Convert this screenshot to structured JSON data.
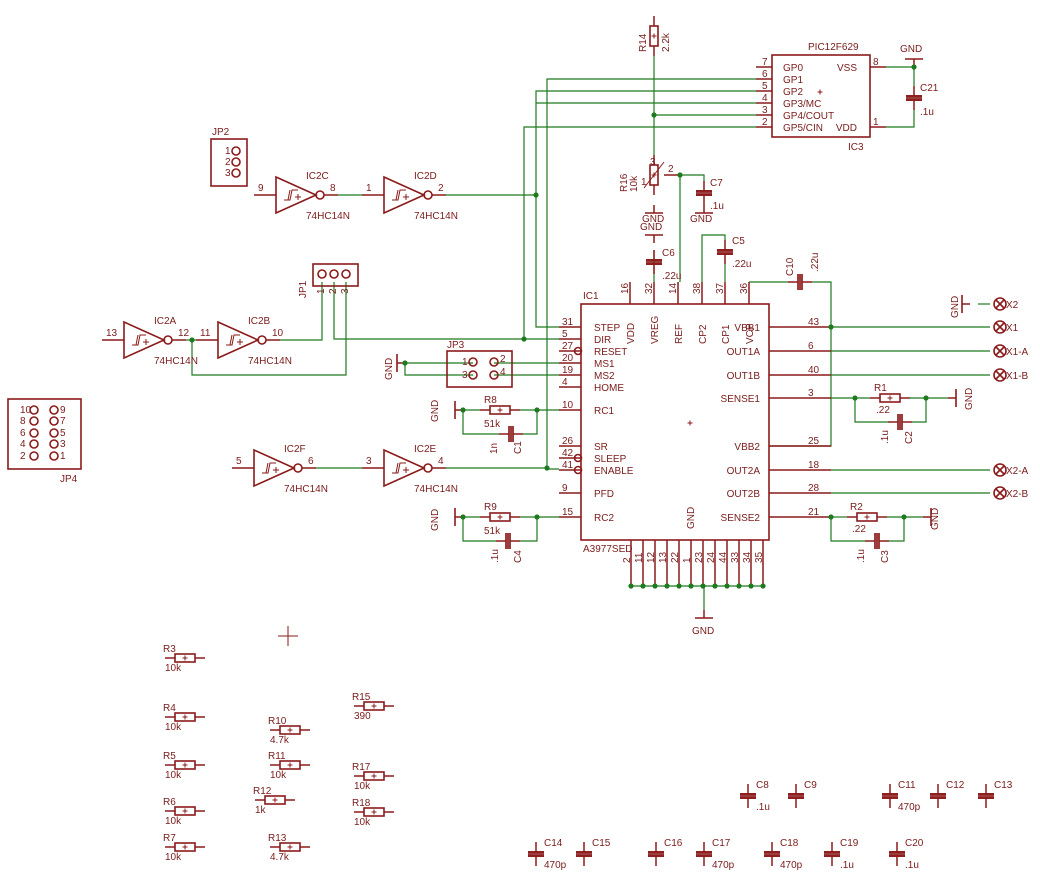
{
  "ic1": {
    "name": "IC1",
    "part": "A3977SED",
    "left_pins": [
      {
        "label": "STEP",
        "num": "31"
      },
      {
        "label": "DIR",
        "num": "5"
      },
      {
        "label": "RESET",
        "num": "27"
      },
      {
        "label": "MS1",
        "num": "20"
      },
      {
        "label": "MS2",
        "num": "19"
      },
      {
        "label": "HOME",
        "num": "4"
      },
      {
        "label": "RC1",
        "num": "10"
      },
      {
        "label": "SR",
        "num": "26"
      },
      {
        "label": "SLEEP",
        "num": "42"
      },
      {
        "label": "ENABLE",
        "num": "41"
      },
      {
        "label": "PFD",
        "num": "9"
      },
      {
        "label": "RC2",
        "num": "15"
      }
    ],
    "top_pins": [
      {
        "label": "VDD",
        "num": "16"
      },
      {
        "label": "VREG",
        "num": "32"
      },
      {
        "label": "REF",
        "num": "14"
      },
      {
        "label": "CP2",
        "num": "38"
      },
      {
        "label": "CP1",
        "num": "37"
      },
      {
        "label": "VCP",
        "num": "36"
      }
    ],
    "right_pins": [
      {
        "label": "VBB1",
        "num": "43"
      },
      {
        "label": "OUT1A",
        "num": "6"
      },
      {
        "label": "OUT1B",
        "num": "40"
      },
      {
        "label": "SENSE1",
        "num": "3"
      },
      {
        "label": "VBB2",
        "num": "25"
      },
      {
        "label": "OUT2A",
        "num": "18"
      },
      {
        "label": "OUT2B",
        "num": "28"
      },
      {
        "label": "SENSE2",
        "num": "21"
      }
    ],
    "bottom_label": "GND",
    "bottom_pins": [
      "2",
      "11",
      "12",
      "13",
      "22",
      "1",
      "23",
      "24",
      "44",
      "33",
      "34",
      "35"
    ]
  },
  "ic3": {
    "name": "IC3",
    "part": "PIC12F629",
    "left_pins": [
      {
        "label": "GP0",
        "num": "7"
      },
      {
        "label": "GP1",
        "num": "6"
      },
      {
        "label": "GP2",
        "num": "5"
      },
      {
        "label": "GP3/MC",
        "num": "4"
      },
      {
        "label": "GP4/COUT",
        "num": "3"
      },
      {
        "label": "GP5/CIN",
        "num": "2"
      }
    ],
    "right_pins": [
      {
        "label": "VSS",
        "num": "8"
      },
      {
        "label": "VDD",
        "num": "1"
      }
    ]
  },
  "gates": [
    {
      "name": "IC2C",
      "part": "74HC14N",
      "in": "9",
      "out": "8"
    },
    {
      "name": "IC2D",
      "part": "74HC14N",
      "in": "1",
      "out": "2"
    },
    {
      "name": "IC2A",
      "part": "74HC14N",
      "in": "13",
      "out": "12"
    },
    {
      "name": "IC2B",
      "part": "74HC14N",
      "in": "11",
      "out": "10"
    },
    {
      "name": "IC2F",
      "part": "74HC14N",
      "in": "5",
      "out": "6"
    },
    {
      "name": "IC2E",
      "part": "74HC14N",
      "in": "3",
      "out": "4"
    }
  ],
  "connectors": {
    "jp1": {
      "name": "JP1",
      "pins": [
        "1",
        "2",
        "3"
      ]
    },
    "jp2": {
      "name": "JP2",
      "pins": [
        "1",
        "2",
        "3"
      ]
    },
    "jp3": {
      "name": "JP3",
      "pins": [
        "1",
        "2",
        "3",
        "4"
      ]
    },
    "jp4": {
      "name": "JP4",
      "pins": [
        "10",
        "9",
        "8",
        "7",
        "6",
        "5",
        "4",
        "3",
        "2",
        "1"
      ]
    },
    "outputs": [
      "X2",
      "X1",
      "X1-A",
      "X1-B",
      "X2-A",
      "X2-B"
    ]
  },
  "placed_resistors": [
    {
      "name": "R14",
      "value": "2.2k"
    },
    {
      "name": "R16",
      "value": "10k"
    },
    {
      "name": "R8",
      "value": "51k"
    },
    {
      "name": "R9",
      "value": "51k"
    },
    {
      "name": "R1",
      "value": ".22"
    },
    {
      "name": "R2",
      "value": ".22"
    }
  ],
  "placed_caps": [
    {
      "name": "C21",
      "value": ".1u"
    },
    {
      "name": "C7",
      "value": ".1u"
    },
    {
      "name": "C6",
      "value": ".22u"
    },
    {
      "name": "C5",
      "value": ".22u"
    },
    {
      "name": "C10",
      "value": ".22u"
    },
    {
      "name": "C1",
      "value": "1n"
    },
    {
      "name": "C4",
      "value": ".1u"
    },
    {
      "name": "C2",
      "value": ".1u"
    },
    {
      "name": "C3",
      "value": ".1u"
    }
  ],
  "pot_pins": [
    "3",
    "2",
    "1"
  ],
  "gnd_label": "GND",
  "loose_resistors": [
    {
      "name": "R3",
      "value": "10k"
    },
    {
      "name": "R4",
      "value": "10k"
    },
    {
      "name": "R5",
      "value": "10k"
    },
    {
      "name": "R6",
      "value": "10k"
    },
    {
      "name": "R7",
      "value": "10k"
    },
    {
      "name": "R10",
      "value": "4.7k"
    },
    {
      "name": "R11",
      "value": "10k"
    },
    {
      "name": "R12",
      "value": "1k"
    },
    {
      "name": "R13",
      "value": "4.7k"
    },
    {
      "name": "R15",
      "value": "390"
    },
    {
      "name": "R17",
      "value": "10k"
    },
    {
      "name": "R18",
      "value": "10k"
    }
  ],
  "loose_caps": [
    {
      "name": "C8",
      "value": ".1u"
    },
    {
      "name": "C9",
      "value": ""
    },
    {
      "name": "C11",
      "value": "470p"
    },
    {
      "name": "C12",
      "value": ""
    },
    {
      "name": "C13",
      "value": ""
    },
    {
      "name": "C14",
      "value": "470p"
    },
    {
      "name": "C15",
      "value": ""
    },
    {
      "name": "C16",
      "value": ""
    },
    {
      "name": "C17",
      "value": "470p"
    },
    {
      "name": "C18",
      "value": "470p"
    },
    {
      "name": "C19",
      "value": ".1u"
    },
    {
      "name": "C20",
      "value": ".1u"
    }
  ]
}
